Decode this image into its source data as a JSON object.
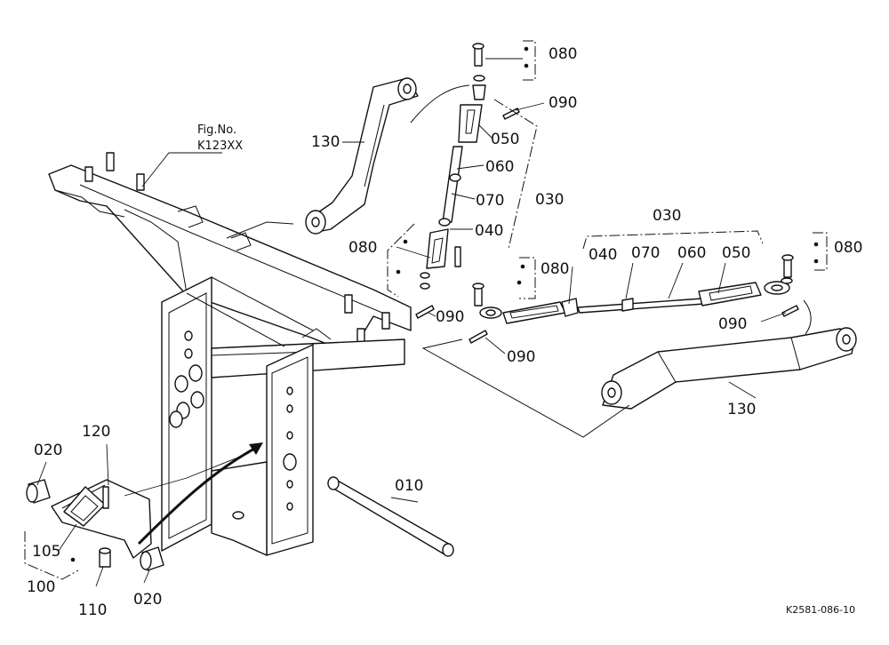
{
  "figure": {
    "ref_title": "Fig.No.",
    "ref_number": "K123XX",
    "drawing_code": "K2581-086-10"
  },
  "labels": [
    {
      "id": "080-top",
      "text": "080"
    },
    {
      "id": "090-top",
      "text": "090"
    },
    {
      "id": "050-left",
      "text": "050"
    },
    {
      "id": "060-left",
      "text": "060"
    },
    {
      "id": "070-left",
      "text": "070"
    },
    {
      "id": "030-left",
      "text": "030"
    },
    {
      "id": "040-left",
      "text": "040"
    },
    {
      "id": "080-mid-left",
      "text": "080"
    },
    {
      "id": "130-left",
      "text": "130"
    },
    {
      "id": "090-mid-left",
      "text": "090"
    },
    {
      "id": "080-mid",
      "text": "080"
    },
    {
      "id": "090-lower",
      "text": "090"
    },
    {
      "id": "030-right",
      "text": "030"
    },
    {
      "id": "040-right",
      "text": "040"
    },
    {
      "id": "070-right",
      "text": "070"
    },
    {
      "id": "060-right",
      "text": "060"
    },
    {
      "id": "050-right",
      "text": "050"
    },
    {
      "id": "080-right",
      "text": "080"
    },
    {
      "id": "090-right",
      "text": "090"
    },
    {
      "id": "130-right",
      "text": "130"
    },
    {
      "id": "010",
      "text": "010"
    },
    {
      "id": "120",
      "text": "120"
    },
    {
      "id": "020-top",
      "text": "020"
    },
    {
      "id": "105",
      "text": "105"
    },
    {
      "id": "100",
      "text": "100"
    },
    {
      "id": "110",
      "text": "110"
    },
    {
      "id": "020-bottom",
      "text": "020"
    }
  ]
}
